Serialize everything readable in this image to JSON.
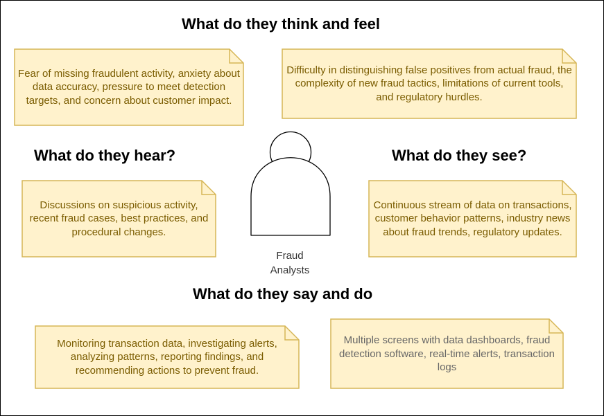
{
  "colors": {
    "note_fill": "#fff2cc",
    "note_stroke": "#d6b656",
    "note_text": "#7a5c00",
    "note_text_muted": "#666666"
  },
  "headings": {
    "think_feel": "What do they think and feel",
    "hear": "What do they hear?",
    "see": "What do they see?",
    "say_do": "What do they say and do"
  },
  "notes": {
    "think_feel_left": "Fear of missing fraudulent activity, anxiety about data accuracy, pressure to meet detection targets, and concern about customer impact.",
    "think_feel_right": "Difficulty in distinguishing false positives from actual fraud, the complexity of new fraud tactics, limitations of current tools, and regulatory hurdles.",
    "hear": "Discussions on suspicious activity, recent fraud cases, best practices, and procedural changes.",
    "see": "Continuous stream of data on transactions, customer behavior patterns, industry news about fraud trends, regulatory updates.",
    "say_do_left": "Monitoring transaction data, investigating alerts, analyzing patterns, reporting findings, and recommending actions to prevent fraud.",
    "say_do_right": "Multiple screens with data dashboards, fraud detection software, real-time alerts, transaction logs"
  },
  "actor": {
    "label_line1": "Fraud",
    "label_line2": "Analysts",
    "icon": "person-icon"
  }
}
